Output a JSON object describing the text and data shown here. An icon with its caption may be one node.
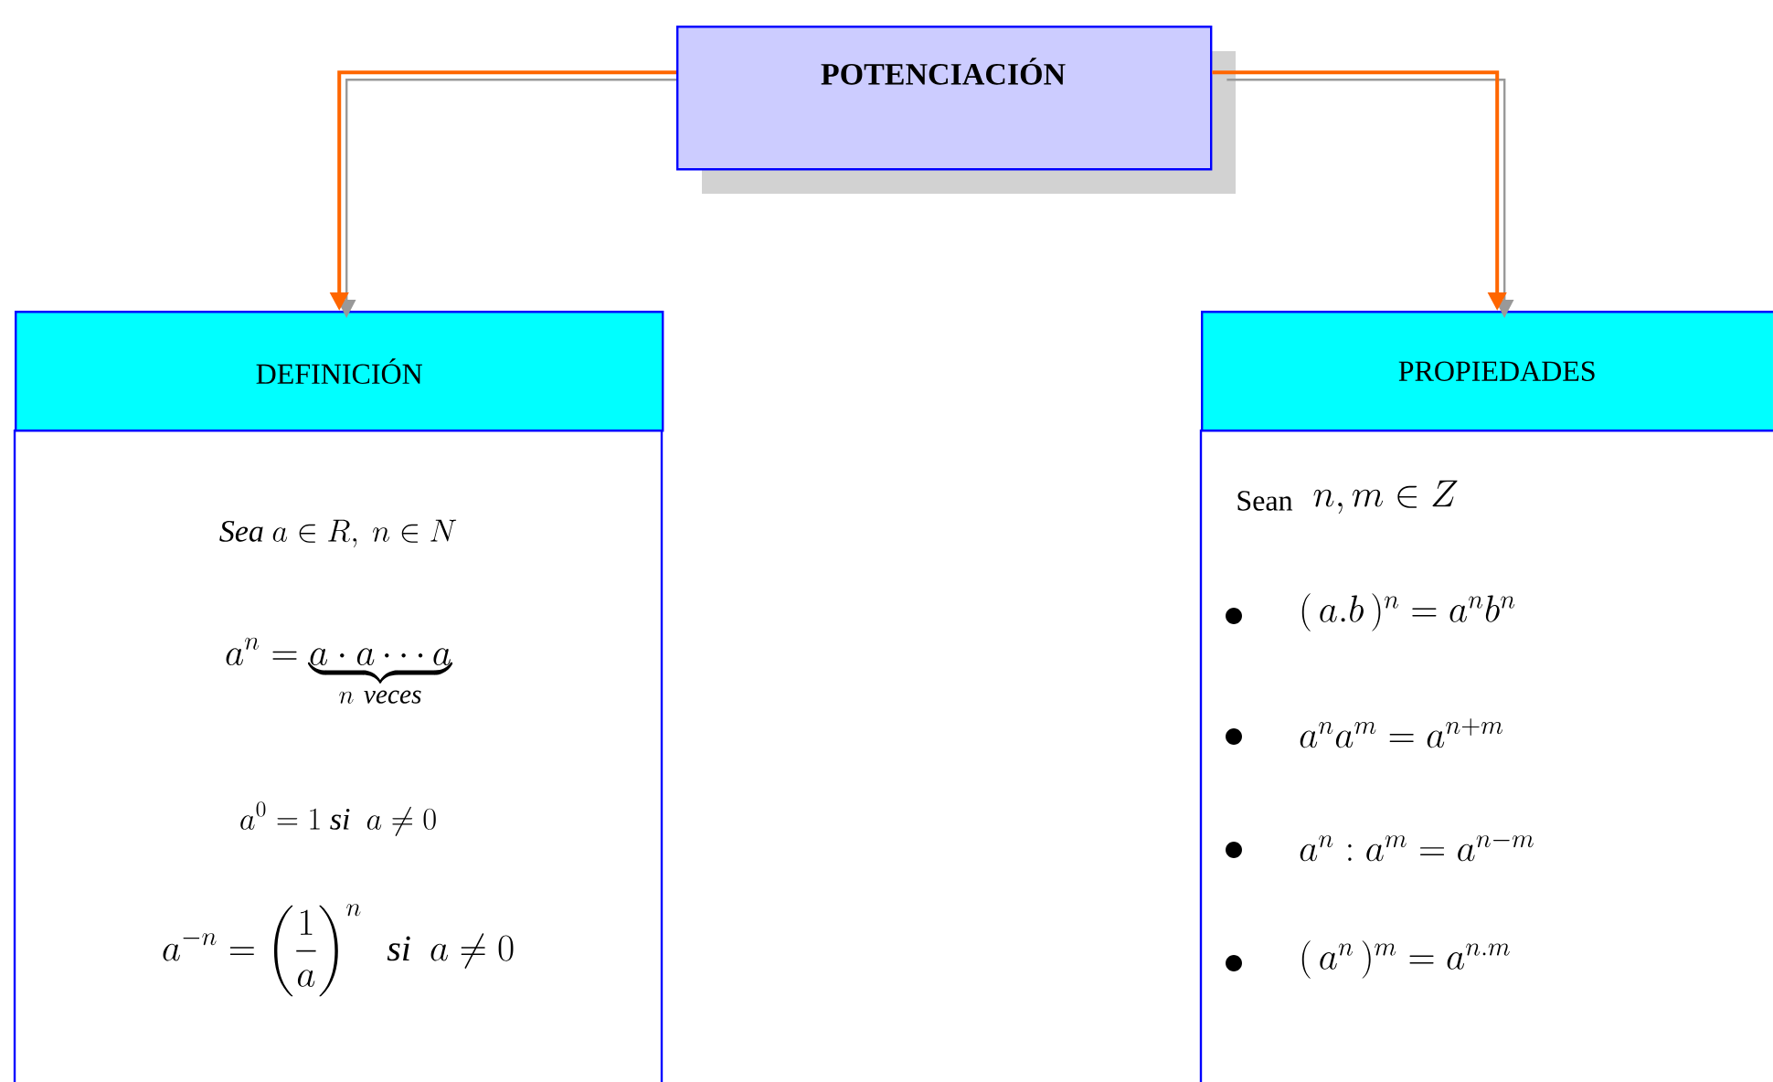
{
  "diagram": {
    "nodes": [
      {
        "text": [
          "POTENCIACIÓN"
        ]
      },
      {
        "text": [
          "DEFINICIÓN"
        ]
      },
      {
        "text": [
          "\\mathit{Sea}\\ a \\in R,\\ n \\in N",
          "a^{n} = \\underbrace{a \\cdot a \\cdots a}_{n\\ \\mathit{veces}}",
          "a^{0} = 1\\ \\mathit{si}\\ \\ a \\neq 0",
          "a^{-n} = \\left(\\frac{1}{a}\\right)^{n}\\ \\ \\mathit{si}\\ \\ a \\neq 0"
        ]
      },
      {
        "text": [
          "PROPIEDADES"
        ]
      },
      {
        "text": [
          "Sean",
          "n, m \\in Z",
          "(\\,a.b\\,)^{n} = a^{n} b^{n}",
          "a^{n} a^{m} = a^{n+m}",
          "a^{n} : a^{m} = a^{n-m}",
          "(\\,a^{n}\\,)^{m} = a^{n.m}"
        ]
      }
    ],
    "edges": [
      {
        "from": 0,
        "to": 1,
        "arrow": "to",
        "color": "#ff6600"
      },
      {
        "from": 0,
        "to": 3,
        "arrow": "to",
        "color": "#ff6600"
      }
    ]
  }
}
